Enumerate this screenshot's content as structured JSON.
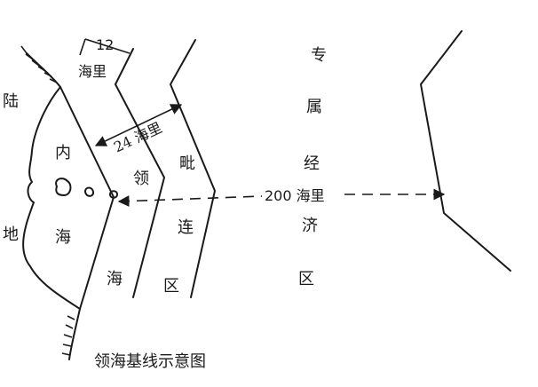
{
  "measures": {
    "m12_number": "12",
    "m12_unit": "海里",
    "m24": "24 海里",
    "m200": "200 海里"
  },
  "labels": {
    "land": [
      "陆",
      "地"
    ],
    "inner_sea": [
      "内",
      "海"
    ],
    "territorial_sea": [
      "领",
      "海"
    ],
    "contiguous_zone": [
      "毗",
      "连",
      "区"
    ],
    "eez": [
      "专",
      "属",
      "经",
      "济",
      "区"
    ]
  },
  "caption": "领海基线示意图"
}
